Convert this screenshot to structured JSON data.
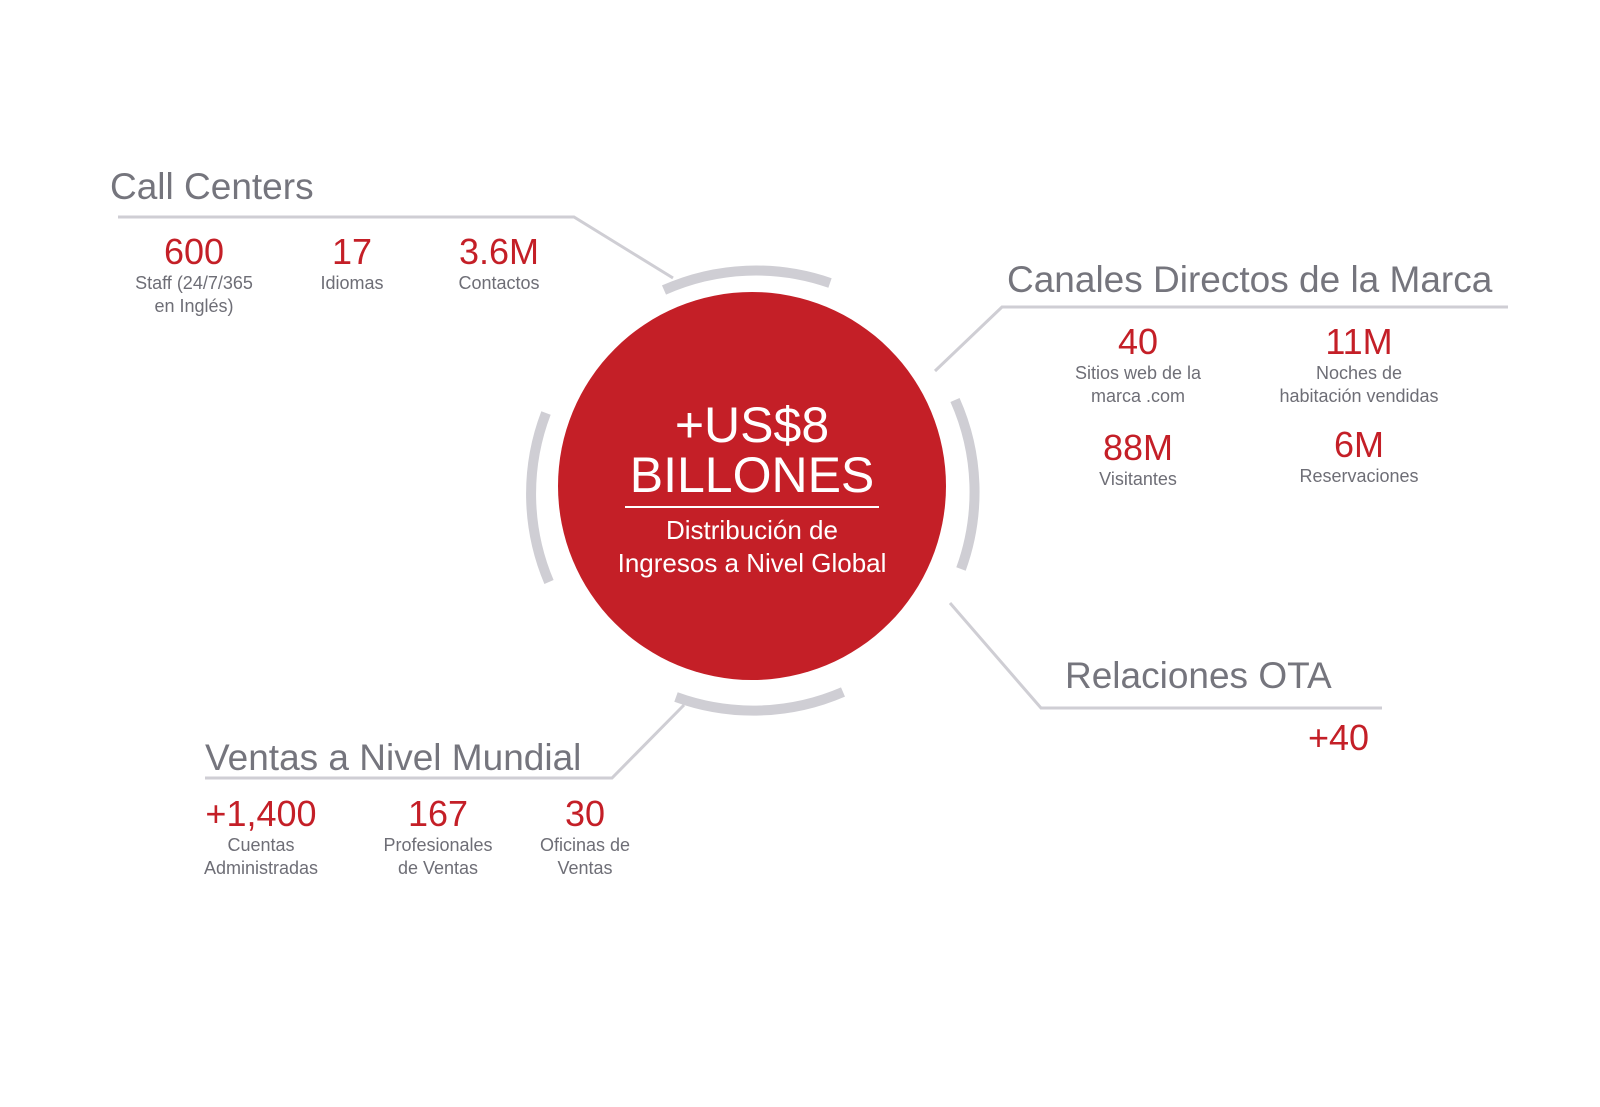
{
  "colors": {
    "accent": "#c41f27",
    "line": "#cfced4",
    "title": "#75757d"
  },
  "center": {
    "amount": "+US$8",
    "unit": "BILLONES",
    "desc1": "Distribución de",
    "desc2": "Ingresos a Nivel Global"
  },
  "call_centers": {
    "title": "Call Centers",
    "stats": [
      {
        "value": "600",
        "label1": "Staff (24/7/365",
        "label2": "en Inglés)"
      },
      {
        "value": "17",
        "label1": "Idiomas"
      },
      {
        "value": "3.6M",
        "label1": "Contactos"
      }
    ]
  },
  "canales": {
    "title": "Canales Directos de la Marca",
    "stats": [
      {
        "value": "40",
        "label1": "Sitios web de la",
        "label2": "marca .com"
      },
      {
        "value": "11M",
        "label1": "Noches de",
        "label2": "habitación vendidas"
      },
      {
        "value": "88M",
        "label1": "Visitantes"
      },
      {
        "value": "6M",
        "label1": "Reservaciones"
      }
    ]
  },
  "ota": {
    "title": "Relaciones OTA",
    "value": "+40"
  },
  "ventas": {
    "title": "Ventas a Nivel Mundial",
    "stats": [
      {
        "value": "+1,400",
        "label1": "Cuentas",
        "label2": "Administradas"
      },
      {
        "value": "167",
        "label1": "Profesionales",
        "label2": "de Ventas"
      },
      {
        "value": "30",
        "label1": "Oficinas de",
        "label2": "Ventas"
      }
    ]
  }
}
